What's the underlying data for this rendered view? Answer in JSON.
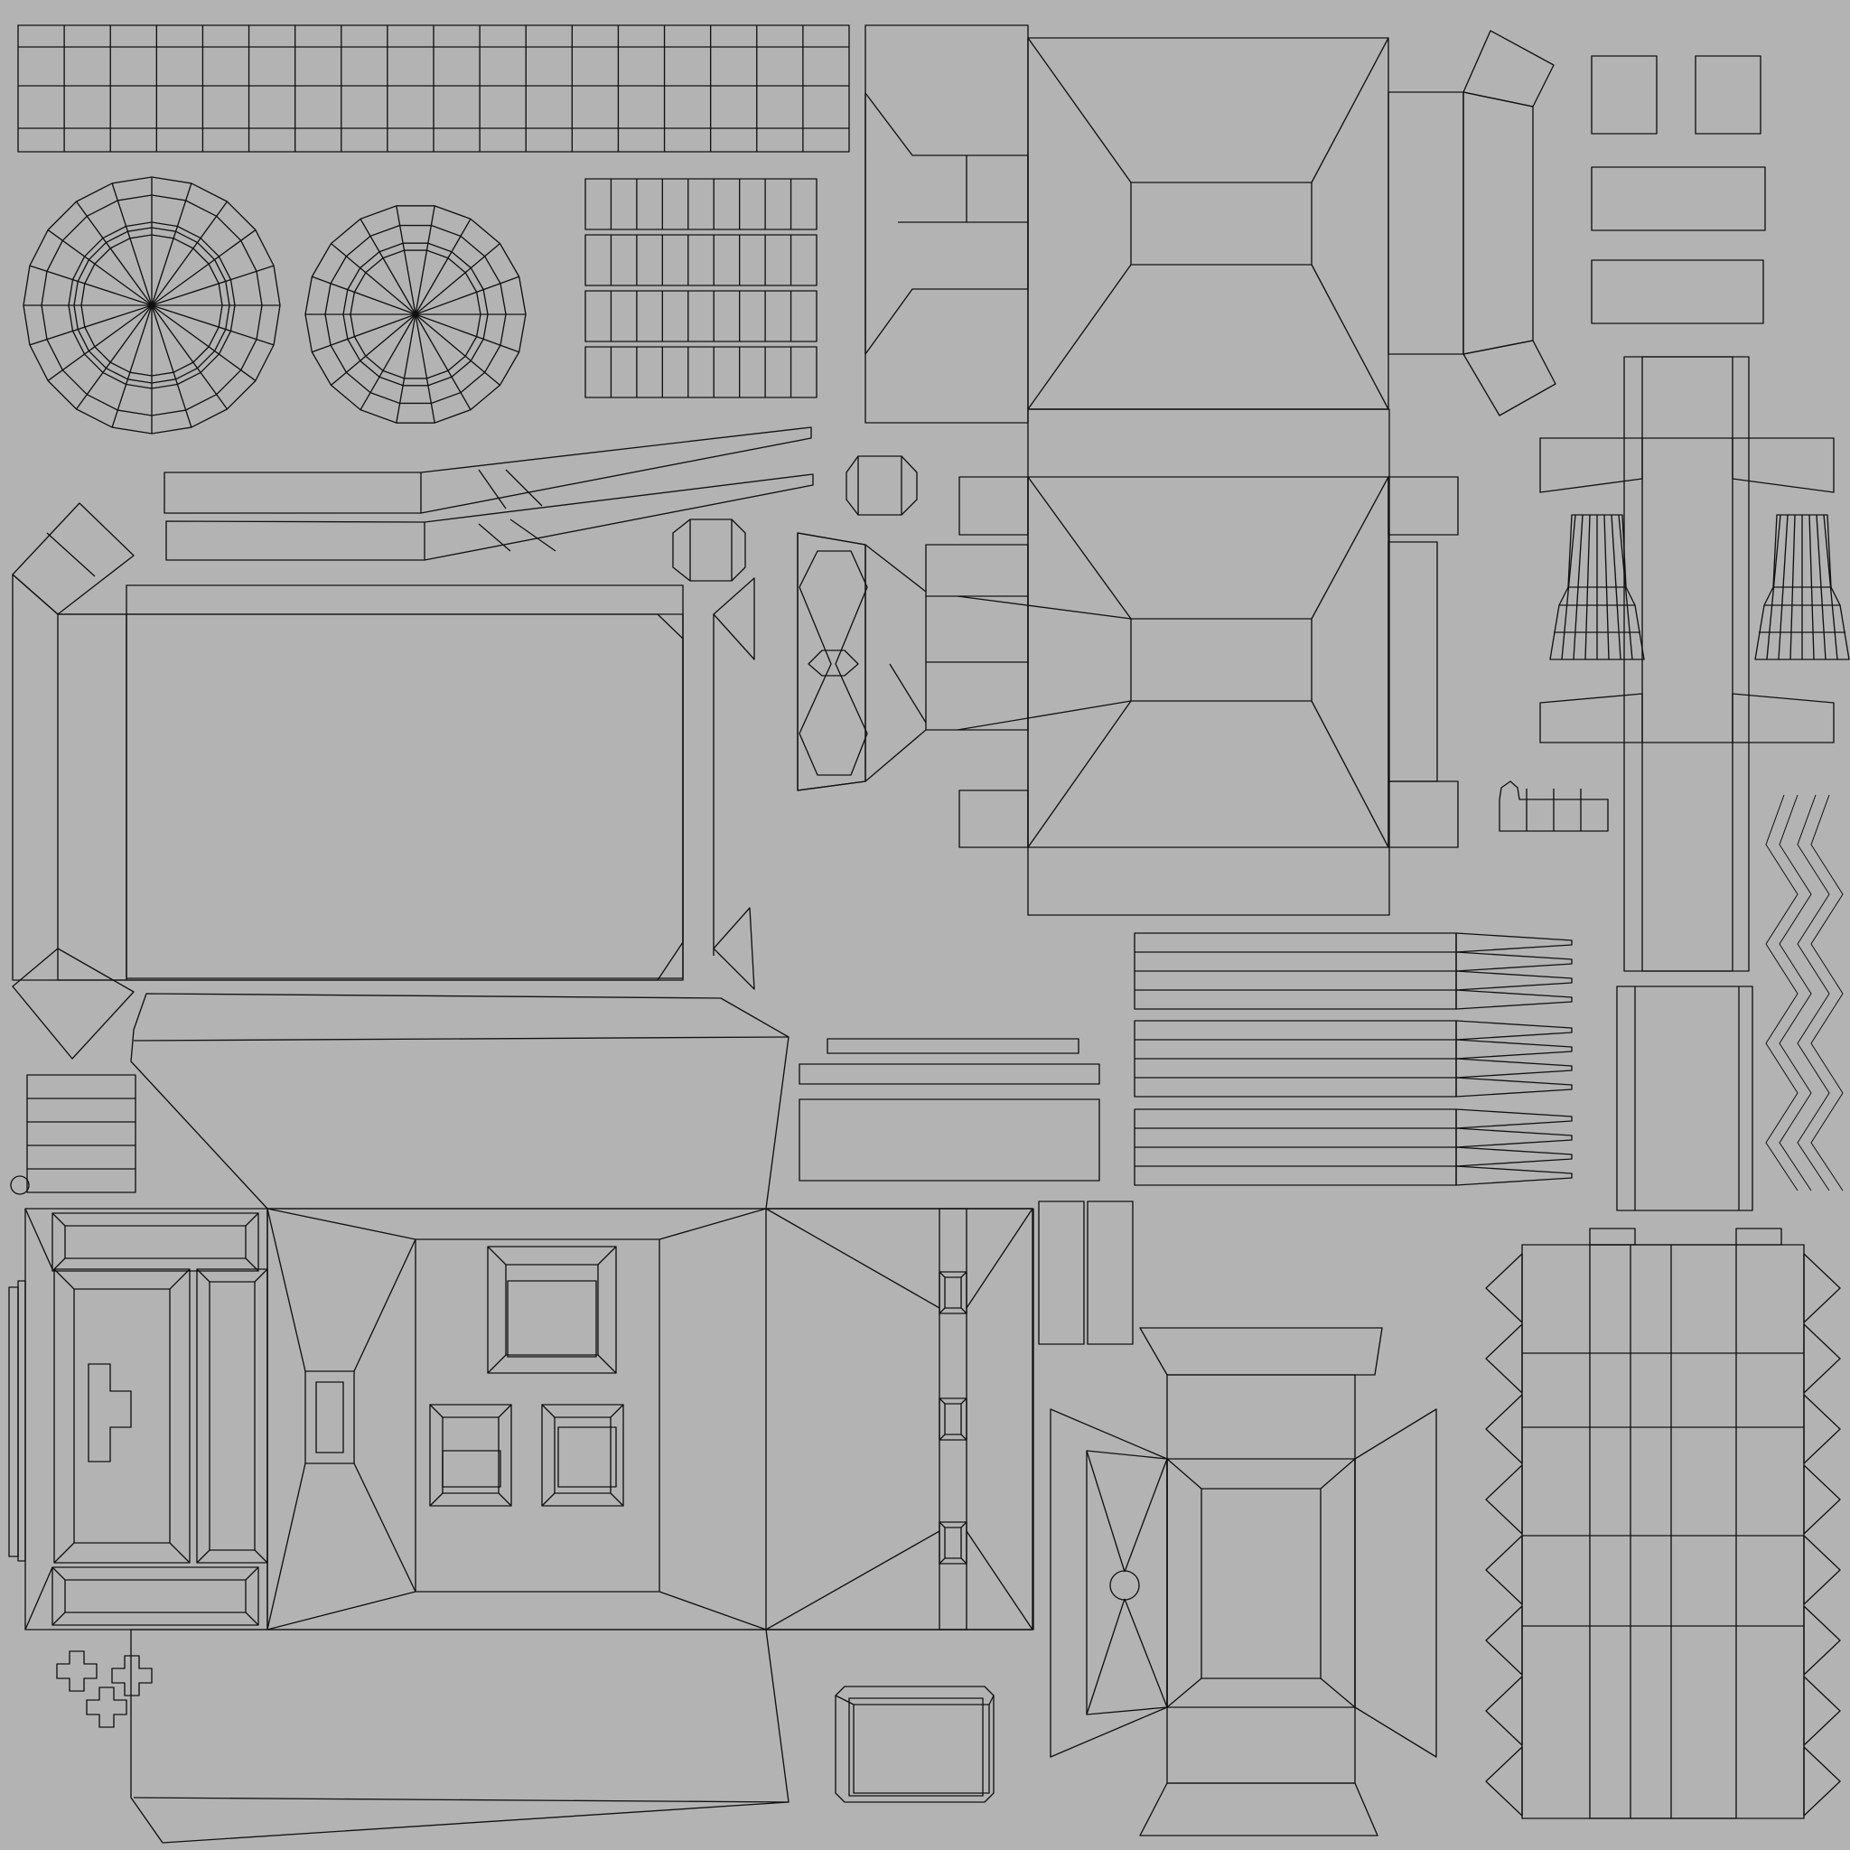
{
  "colors": {
    "background": "#b3b3b3",
    "wire": "#111111"
  },
  "uv_layout": {
    "islands": [
      "top-grid-strip",
      "cylinder-cap-large",
      "cylinder-cap-small",
      "small-grid-block",
      "roof-net-top",
      "side-wings-top",
      "small-squares",
      "rods",
      "small-box-nets",
      "beveled-panel",
      "wedge-net",
      "roof-net-middle",
      "cross-strip",
      "bottle-caps",
      "spiked-fins",
      "zigzag-strips",
      "long-blades",
      "flat-strips",
      "front-face-net",
      "window-frames",
      "side-panels",
      "house-net-bottom",
      "cross-markers",
      "beveled-tile",
      "gear-strip"
    ]
  }
}
